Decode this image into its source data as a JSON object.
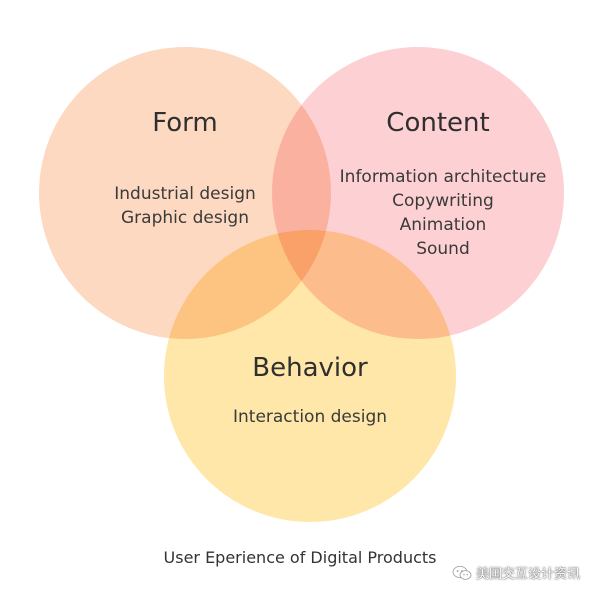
{
  "colors": {
    "form": "#fdd9c2",
    "content": "#fdd0d3",
    "behavior": "#fee7a8",
    "text": "#333333"
  },
  "sets": [
    {
      "id": "form",
      "title": "Form",
      "items": [
        "Industrial design",
        "Graphic design"
      ]
    },
    {
      "id": "content",
      "title": "Content",
      "items": [
        "Information architecture",
        "Copywriting",
        "Animation",
        "Sound"
      ]
    },
    {
      "id": "behavior",
      "title": "Behavior",
      "items": [
        "Interaction design"
      ]
    }
  ],
  "caption": "User Eperience of Digital Products",
  "watermark": {
    "icon": "wechat-icon",
    "text": "美国交互设计资讯"
  }
}
